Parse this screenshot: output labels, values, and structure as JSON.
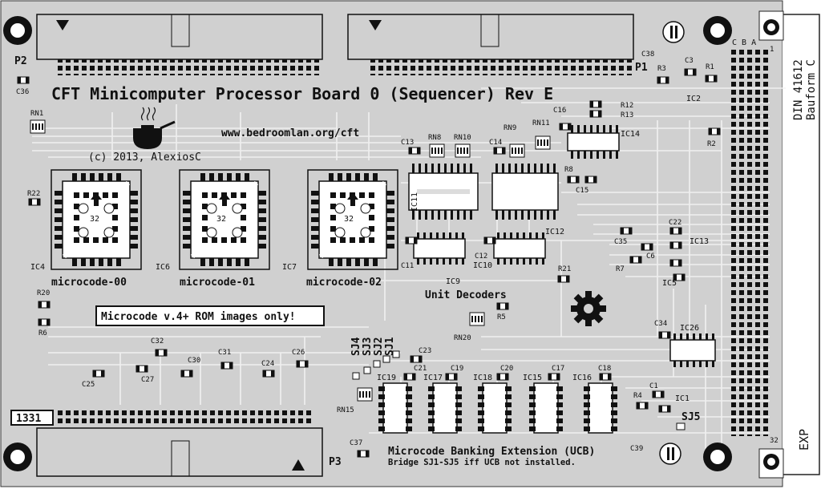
{
  "board": {
    "title": "CFT Minicomputer Processor Board 0 (Sequencer) Rev E",
    "url": "www.bedroomlan.org/cft",
    "copyright": "(c) 2013, AlexiosC",
    "notice": "Microcode v.4+ ROM images only!",
    "unit_decoders": "Unit Decoders",
    "ucb_title": "Microcode Banking Extension (UCB)",
    "ucb_note": "Bridge SJ1-SJ5 iff UCB not installed.",
    "board_id": "1331",
    "din_label": "DIN 41612",
    "bauform_label": "Bauform C",
    "exp_label": "EXP",
    "row_labels": "C B A",
    "pin_first": "1",
    "pin_last": "32"
  },
  "connectors": [
    "P1",
    "P2",
    "P3"
  ],
  "roms": [
    {
      "ref": "IC4",
      "label": "microcode-00",
      "pins": "32"
    },
    {
      "ref": "IC6",
      "label": "microcode-01",
      "pins": "32"
    },
    {
      "ref": "IC7",
      "label": "microcode-02",
      "pins": "32"
    }
  ],
  "components": {
    "chips": [
      "IC11",
      "IC12",
      "IC14",
      "IC10",
      "IC9",
      "IC2",
      "IC13",
      "IC5",
      "IC26",
      "IC19",
      "IC17",
      "IC18",
      "IC15",
      "IC16",
      "IC1"
    ],
    "caps": [
      "C36",
      "C38",
      "C3",
      "C16",
      "C13",
      "C14",
      "C15",
      "C11",
      "C12",
      "C22",
      "C35",
      "C6",
      "C34",
      "C32",
      "C30",
      "C31",
      "C24",
      "C26",
      "C23",
      "C25",
      "C27",
      "C21",
      "C19",
      "C20",
      "C17",
      "C18",
      "C1",
      "C37",
      "C39"
    ],
    "resistors": [
      "R3",
      "R1",
      "R12",
      "R13",
      "R2",
      "R8",
      "R22",
      "R20",
      "R6",
      "R5",
      "R21",
      "R7",
      "R4"
    ],
    "networks": [
      "RN1",
      "RN8",
      "RN10",
      "RN9",
      "RN11",
      "RN20",
      "RN15"
    ],
    "jumpers": [
      "SJ4",
      "SJ3",
      "SJ2",
      "SJ1",
      "SJ5"
    ]
  }
}
